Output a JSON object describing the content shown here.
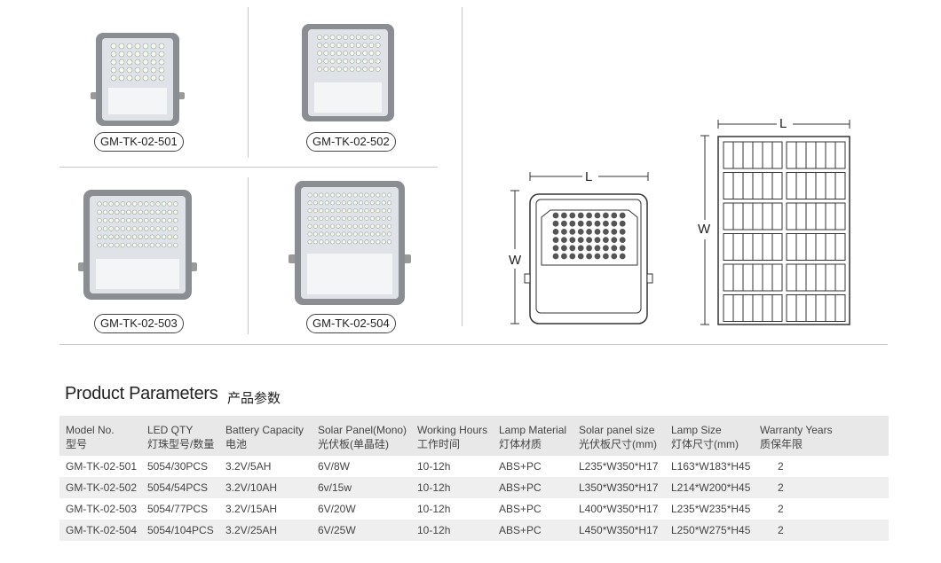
{
  "products": [
    {
      "model": "GM-TK-02-501"
    },
    {
      "model": "GM-TK-02-502"
    },
    {
      "model": "GM-TK-02-503"
    },
    {
      "model": "GM-TK-02-504"
    }
  ],
  "dimensions": {
    "lamp": {
      "length_label": "L",
      "width_label": "W"
    },
    "panel": {
      "length_label": "L",
      "width_label": "W"
    }
  },
  "section": {
    "title": "Product Parameters",
    "title_cn": "产品参数"
  },
  "table": {
    "headers": [
      {
        "en": "Model No.",
        "cn": "型号"
      },
      {
        "en": "LED QTY",
        "cn": "灯珠型号/数量"
      },
      {
        "en": "Battery Capacity",
        "cn": "电池"
      },
      {
        "en": "Solar Panel(Mono)",
        "cn": "光伏板(单晶硅)"
      },
      {
        "en": "Working Hours",
        "cn": "工作时间"
      },
      {
        "en": "Lamp Material",
        "cn": "灯体材质"
      },
      {
        "en": "Solar panel size",
        "cn": "光伏板尺寸(mm)"
      },
      {
        "en": "Lamp Size",
        "cn": "灯体尺寸(mm)"
      },
      {
        "en": "Warranty Years",
        "cn": "质保年限"
      }
    ],
    "rows": [
      [
        "GM-TK-02-501",
        "5054/30PCS",
        "3.2V/5AH",
        "6V/8W",
        "10-12h",
        "ABS+PC",
        "L235*W350*H17",
        "L163*W183*H45",
        "2"
      ],
      [
        "GM-TK-02-502",
        "5054/54PCS",
        "3.2V/10AH",
        "6v/15w",
        "10-12h",
        "ABS+PC",
        "L350*W350*H17",
        "L214*W200*H45",
        "2"
      ],
      [
        "GM-TK-02-503",
        "5054/77PCS",
        "3.2V/15AH",
        "6V/20W",
        "10-12h",
        "ABS+PC",
        "L400*W350*H17",
        "L235*W235*H45",
        "2"
      ],
      [
        "GM-TK-02-504",
        "5054/104PCS",
        "3.2V/25AH",
        "6V/25W",
        "10-12h",
        "ABS+PC",
        "L450*W350*H17",
        "L250*W275*H45",
        "2"
      ]
    ]
  },
  "colors": {
    "frame": "#8a8d92",
    "led": "#e8ead8",
    "rule": "#c9c9c9",
    "header_bg": "#e8e8e8"
  }
}
